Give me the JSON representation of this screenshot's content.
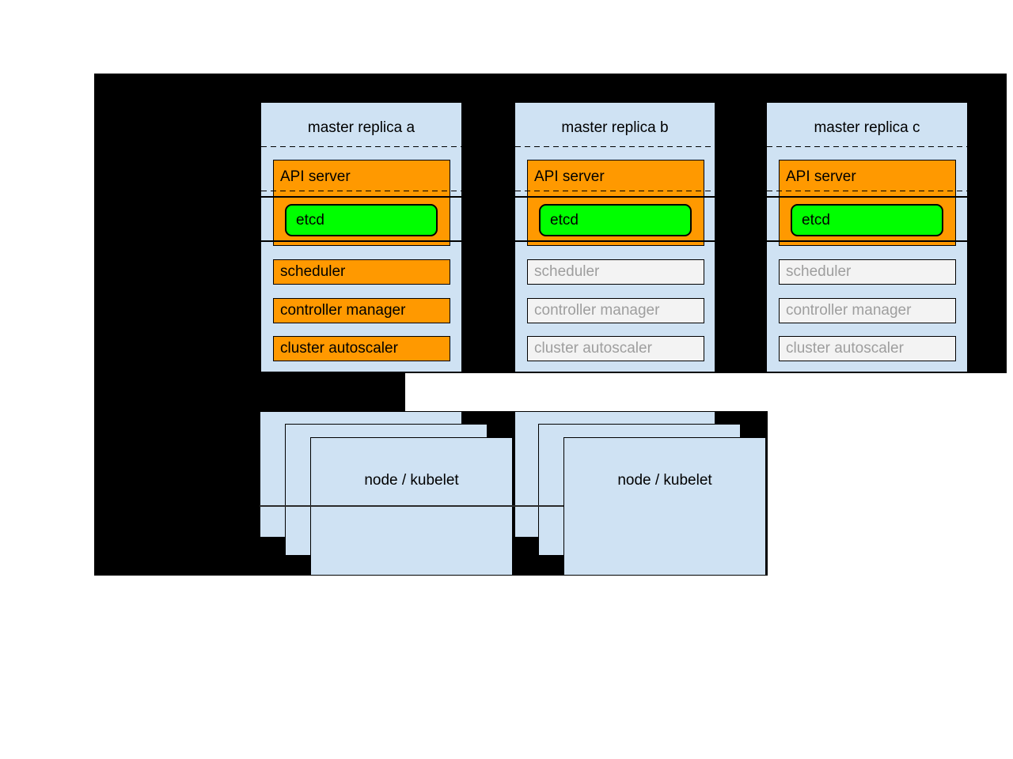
{
  "colors": {
    "page_background": "#ffffff",
    "diagram_background": "#000000",
    "panel_fill": "#cfe2f3",
    "active_component_fill": "#ff9900",
    "etcd_fill": "#00ff00",
    "standby_component_fill": "#f3f3f3",
    "standby_component_text": "#9e9e9e"
  },
  "masters": [
    {
      "title": "master replica a",
      "state": "active",
      "api_server": "API server",
      "etcd": "etcd",
      "scheduler": "scheduler",
      "controller_manager": "controller manager",
      "cluster_autoscaler": "cluster autoscaler"
    },
    {
      "title": "master replica b",
      "state": "standby",
      "api_server": "API server",
      "etcd": "etcd",
      "scheduler": "scheduler",
      "controller_manager": "controller manager",
      "cluster_autoscaler": "cluster autoscaler"
    },
    {
      "title": "master replica c",
      "state": "standby",
      "api_server": "API server",
      "etcd": "etcd",
      "scheduler": "scheduler",
      "controller_manager": "controller manager",
      "cluster_autoscaler": "cluster autoscaler"
    }
  ],
  "nodes": [
    {
      "label": "node / kubelet"
    },
    {
      "label": "node / kubelet"
    }
  ]
}
